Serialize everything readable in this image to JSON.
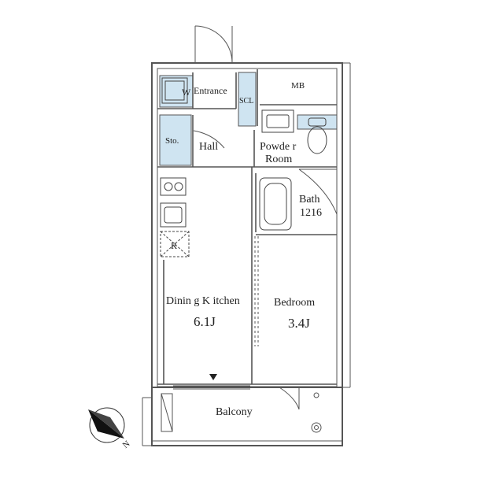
{
  "rooms": {
    "entrance": "Entrance",
    "w": "W",
    "scl": "SCL",
    "mb": "MB",
    "sto": "Sto.",
    "hall": "Hall",
    "powder_line1": "Powde r",
    "powder_line2": "Room",
    "bath_line1": "Bath",
    "bath_line2": "1216",
    "kitchen_name": "Dinin g K itchen",
    "kitchen_size": "6.1J",
    "bedroom_name": "Bedroom",
    "bedroom_size": "3.4J",
    "balcony": "Balcony",
    "fridge": "R"
  },
  "compass": {
    "label": "N"
  },
  "colors": {
    "storage_fill": "#cfe4f1",
    "wall": "#555555",
    "line": "#333333"
  }
}
